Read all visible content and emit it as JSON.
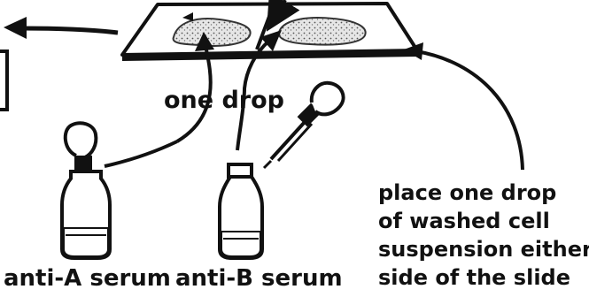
{
  "labels": {
    "one_drop": "one drop",
    "anti_a": "anti-A serum",
    "anti_b": "anti-B serum",
    "instruction": [
      "place one drop",
      "of washed cell",
      "suspension either",
      "side of the slide"
    ]
  },
  "colors": {
    "ink": "#111111",
    "paper": "#ffffff",
    "smear": "#bdbdbd"
  }
}
